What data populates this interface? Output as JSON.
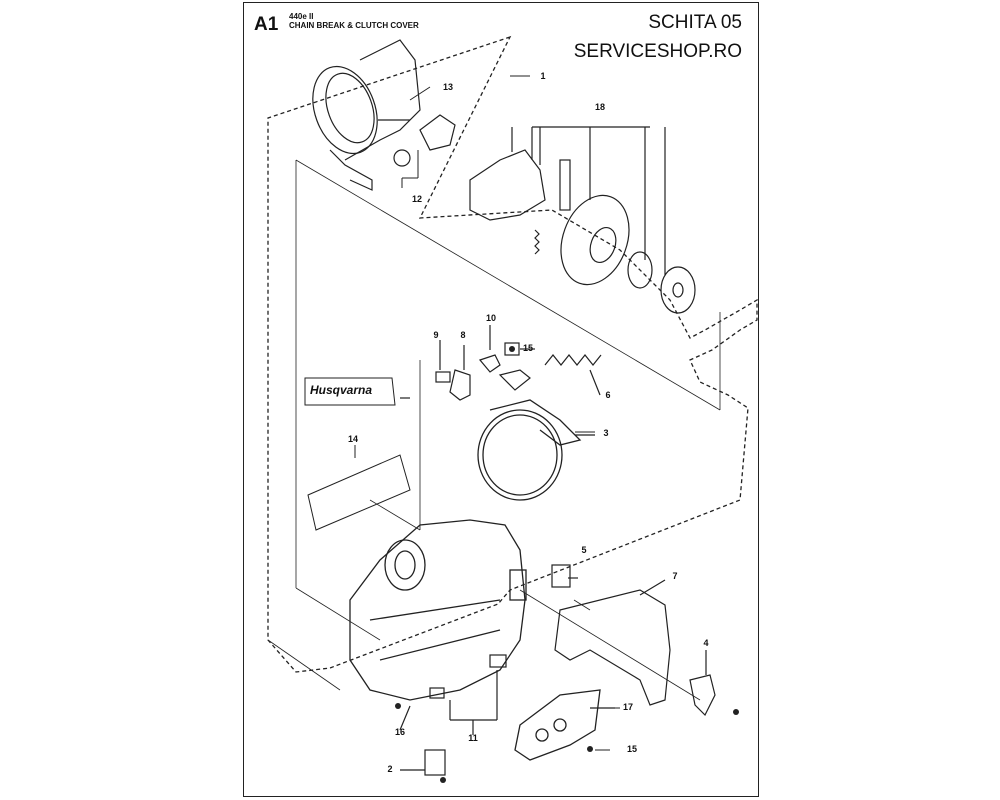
{
  "header": {
    "section_code": "A1",
    "model": "440e II",
    "section_title": "CHAIN BREAK & CLUTCH COVER",
    "sheet": "SCHITA 05",
    "site": "SERVICESHOP.RO"
  },
  "brand_label": "Husqvarna",
  "callouts": {
    "c1": "1",
    "c2": "2",
    "c3": "3",
    "c4": "4",
    "c5": "5",
    "c6": "6",
    "c7": "7",
    "c8": "8",
    "c9": "9",
    "c10": "10",
    "c11": "11",
    "c12": "12",
    "c13": "13",
    "c14": "14",
    "c15a": "15",
    "c15b": "15",
    "c16": "16",
    "c17": "17",
    "c18": "18"
  }
}
